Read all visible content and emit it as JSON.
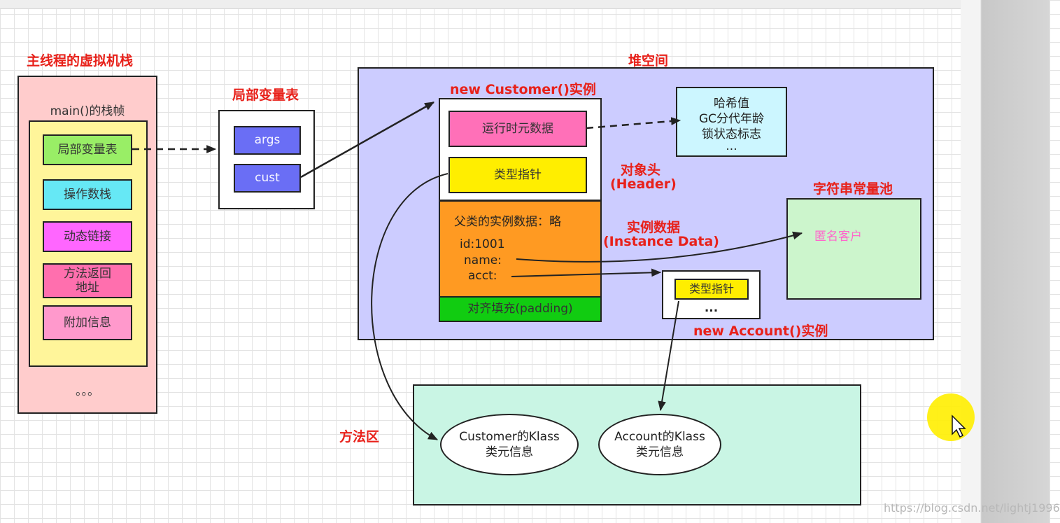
{
  "stack": {
    "title": "主线程的虚拟机栈",
    "frame_title": "main()的栈帧",
    "items": [
      "局部变量表",
      "操作数栈",
      "动态链接",
      "方法返回\n地址",
      "附加信息"
    ],
    "ellipsis": "。。。"
  },
  "locals": {
    "title": "局部变量表",
    "vars": [
      "args",
      "cust"
    ]
  },
  "heap": {
    "title": "堆空间",
    "customer_title": "new Customer()实例",
    "runtime_meta": "运行时元数据",
    "type_pointer": "类型指针",
    "header_label": "对象头",
    "header_label_en": "(Header)",
    "meta_info": [
      "哈希值",
      "GC分代年龄",
      "锁状态标志",
      "..."
    ],
    "parent_data": "父类的实例数据：略",
    "fields": [
      "id:1001",
      "name:",
      "acct:"
    ],
    "instance_label": "实例数据",
    "instance_label_en": "(Instance Data)",
    "padding": "对齐填充(padding)",
    "string_pool_title": "字符串常量池",
    "string_value": "匿名客户",
    "account_type_pointer": "类型指针",
    "account_ellipsis": "...",
    "account_title": "new Account()实例"
  },
  "method_area": {
    "title": "方法区",
    "customer_klass": "Customer的Klass\n类元信息",
    "account_klass": "Account的Klass\n类元信息"
  },
  "watermark": "https://blog.csdn.net/lightj1996",
  "colors": {
    "stack_bg": "#ffcccc",
    "frame_bg": "#fff59a",
    "local_var": "#99ee66",
    "operand": "#66e8f5",
    "dynamic_link": "#ff66ff",
    "return_addr": "#ff6fae",
    "extra_info": "#ff99cc",
    "heap_bg": "#ccccff",
    "var_box": "#6a6ef5",
    "runtime_meta": "#ff70b8",
    "type_pointer": "#ffee00",
    "instance_data": "#ff9a22",
    "padding": "#11cc11",
    "meta_info_bg": "#ccf6ff",
    "string_pool_bg": "#ccf5cc",
    "string_value": "#ff66cc",
    "method_area_bg": "#c9f5e4",
    "title_red": "#e8211a",
    "cursor_highlight": "#ffee00"
  }
}
